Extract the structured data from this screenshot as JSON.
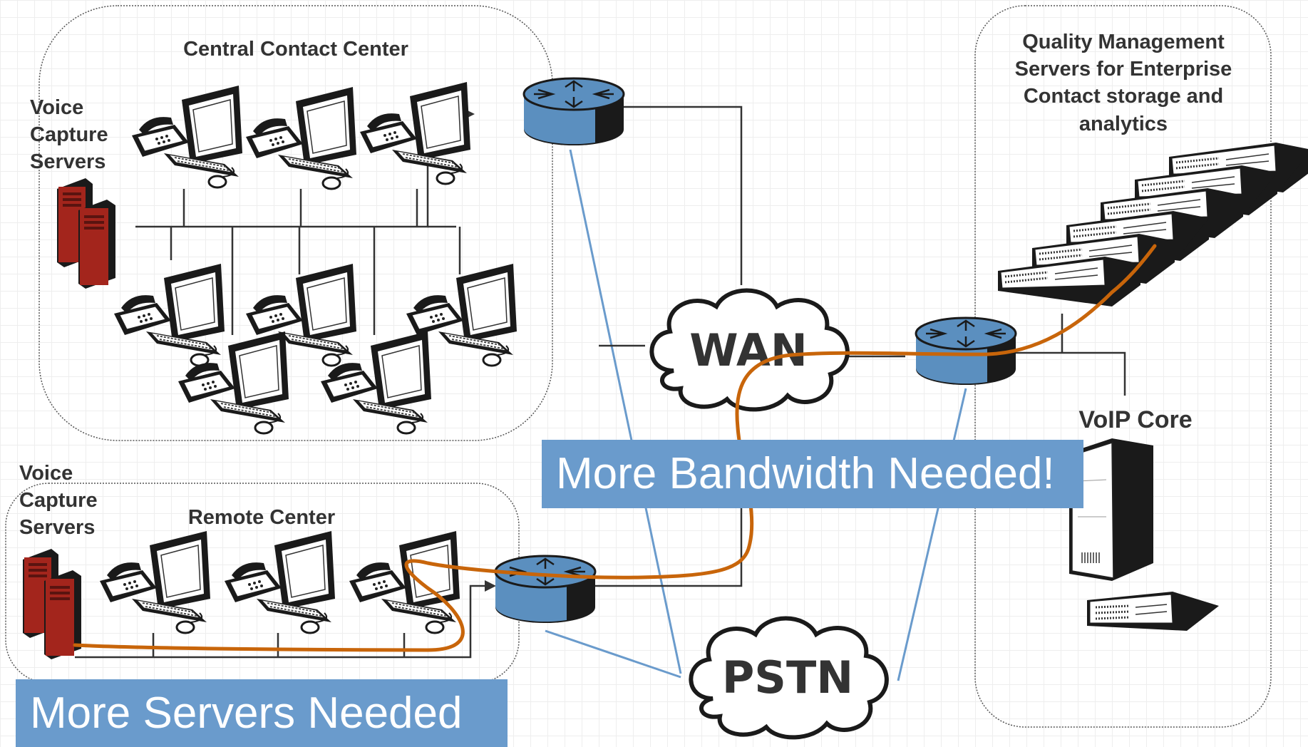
{
  "labels": {
    "central_center": "Central Contact Center",
    "voice_capture_top": [
      "Voice",
      "Capture",
      "Servers"
    ],
    "voice_capture_bottom": [
      "Voice",
      "Capture",
      "Servers"
    ],
    "remote_center": "Remote Center",
    "quality_mgmt": [
      "Quality Management",
      "Servers for Enterprise",
      "Contact storage and",
      "analytics"
    ],
    "voip_core": "VoIP Core"
  },
  "clouds": {
    "wan": "WAN",
    "pstn": "PSTN"
  },
  "banners": {
    "bandwidth": "More Bandwidth Needed!",
    "servers": "More Servers Needed"
  },
  "colors": {
    "banner_bg": "#6a9bcc",
    "orange_path": "#c8650a",
    "blue_line": "#6a9bcc",
    "router_blue": "#5b8fbf",
    "server_red": "#a3251c"
  },
  "icons": {
    "router": "router-icon",
    "workstation": "workstation-icon",
    "server": "server-tower-icon",
    "rack": "rack-server-icon",
    "cloud": "cloud-icon"
  }
}
